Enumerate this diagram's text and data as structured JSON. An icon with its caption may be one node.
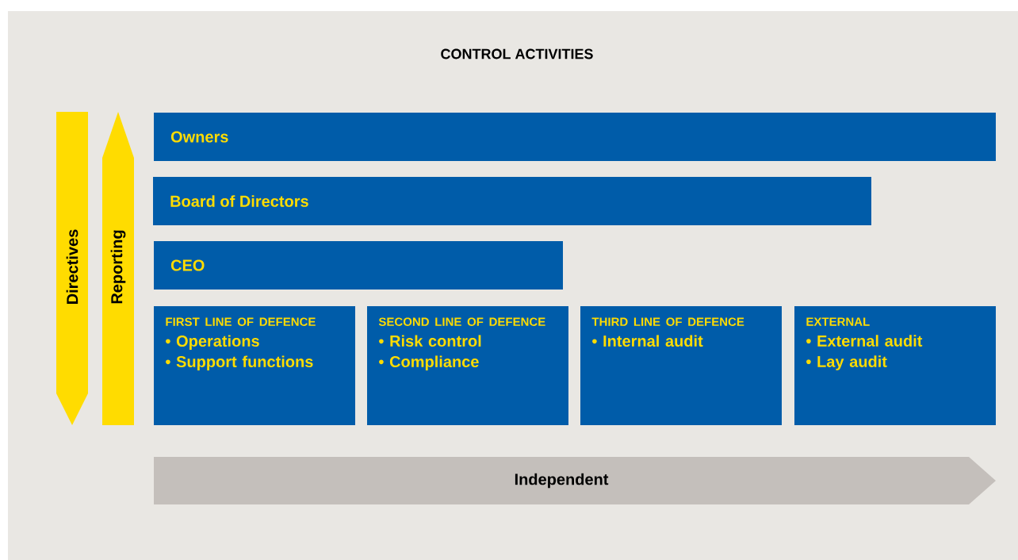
{
  "diagram": {
    "title": "CONTROL ACTIVITIES",
    "nodes": [
      {
        "text": [
          "Owners"
        ]
      },
      {
        "text": [
          "Board of Directors"
        ]
      },
      {
        "text": [
          "CEO"
        ]
      },
      {
        "text": [
          "FIRST LINE OF DEFENCE",
          "• Operations",
          "• Support functions"
        ]
      },
      {
        "text": [
          "SECOND LINE OF DEFENCE",
          "• Risk control",
          "• Compliance"
        ]
      },
      {
        "text": [
          "THIRD LINE OF DEFENCE",
          "• Internal audit"
        ]
      },
      {
        "text": [
          "EXTERNAL",
          "• External audit",
          "• Lay audit"
        ]
      },
      {
        "text": [
          "Directives"
        ]
      },
      {
        "text": [
          "Reporting"
        ]
      },
      {
        "text": [
          "Independent"
        ]
      }
    ]
  }
}
